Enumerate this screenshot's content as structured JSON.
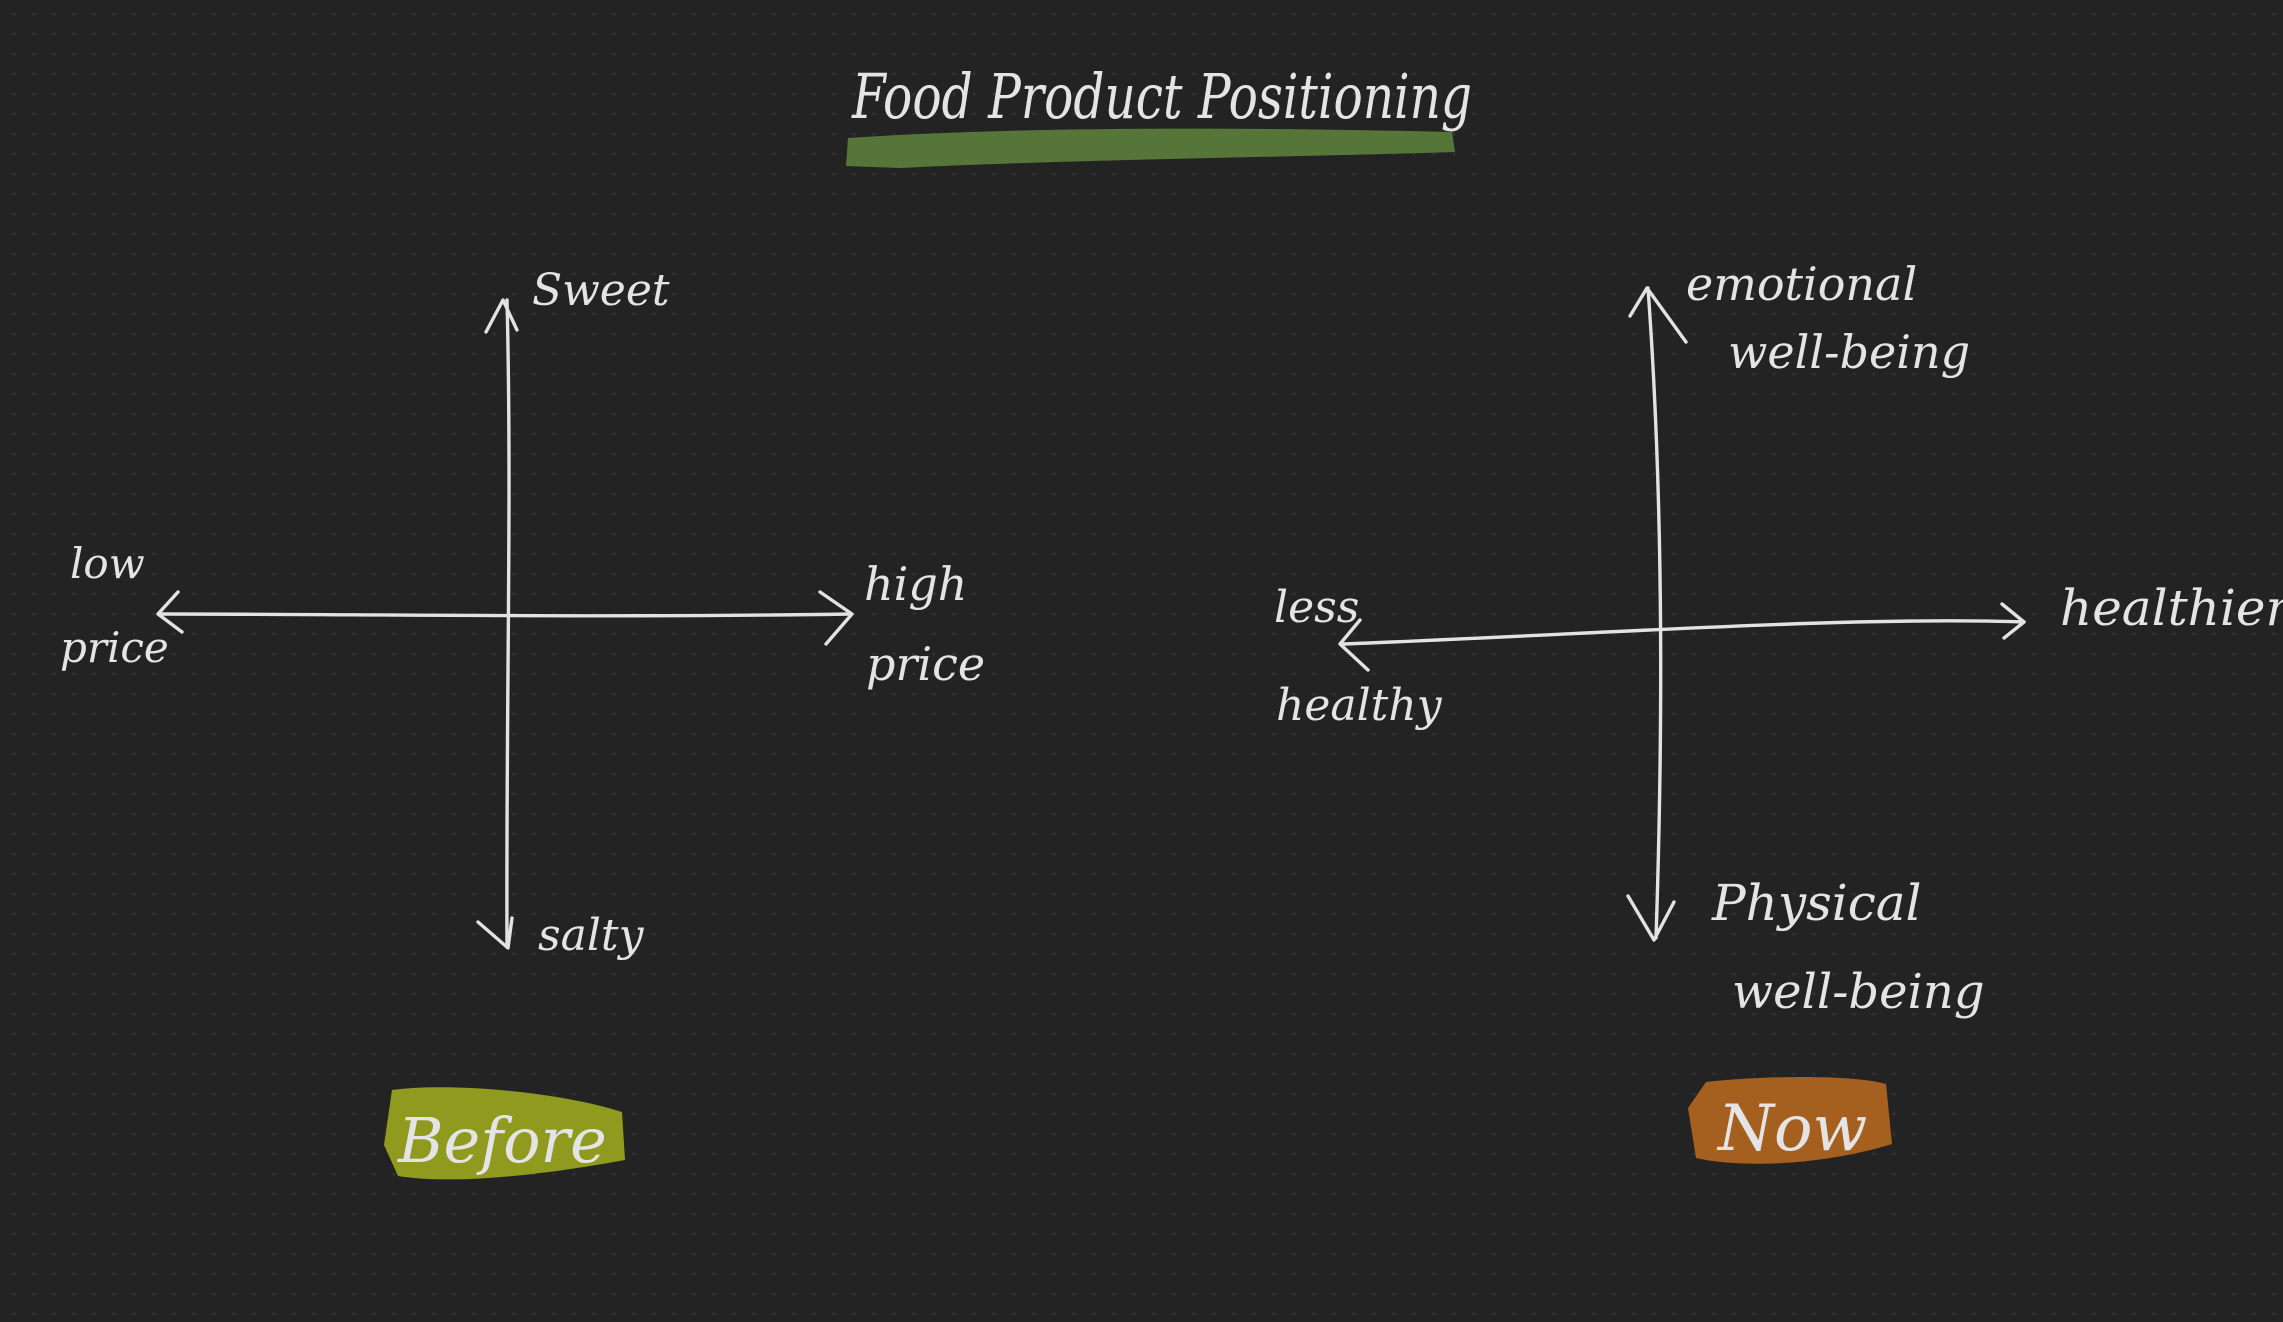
{
  "title": "Food Product Positioning",
  "colors": {
    "background": "#232323",
    "ink": "#e4e4e4",
    "title_highlight": "#5b7e3c",
    "before_highlight": "#8f9a1e",
    "now_highlight": "#a5601f"
  },
  "before": {
    "caption": "Before",
    "top": "Sweet",
    "bottom": "salty",
    "left_line1": "low",
    "left_line2": "price",
    "right_line1": "high",
    "right_line2": "price"
  },
  "now": {
    "caption": "Now",
    "top_line1": "emotional",
    "top_line2": "well-being",
    "bottom_line1": "Physical",
    "bottom_line2": "well-being",
    "left_line1": "less",
    "left_line2": "healthy",
    "right": "healthier"
  }
}
